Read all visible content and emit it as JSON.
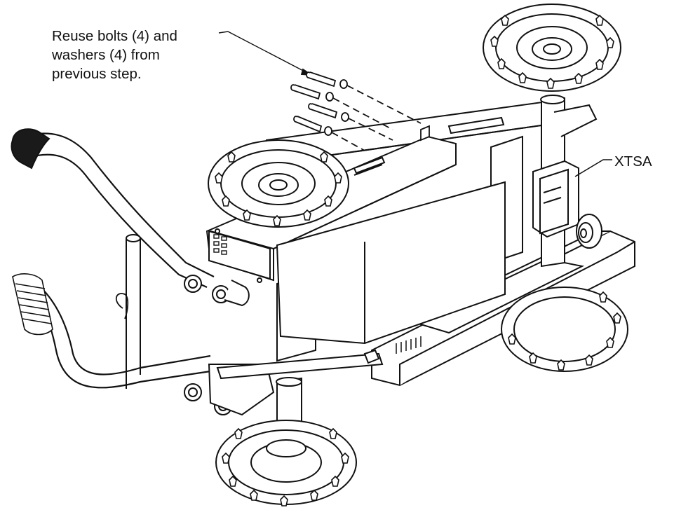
{
  "callouts": {
    "reuse_line_1": "Reuse bolts (4) and",
    "reuse_line_2": "washers (4) from",
    "reuse_line_3": "previous step.",
    "xtsa": "XTSA"
  },
  "colors": {
    "line": "#111111",
    "fill": "#ffffff",
    "grip": "#1a1a1a"
  },
  "parts": {
    "bolt_count": 4,
    "washer_count": 4,
    "wheel_count": 4
  }
}
